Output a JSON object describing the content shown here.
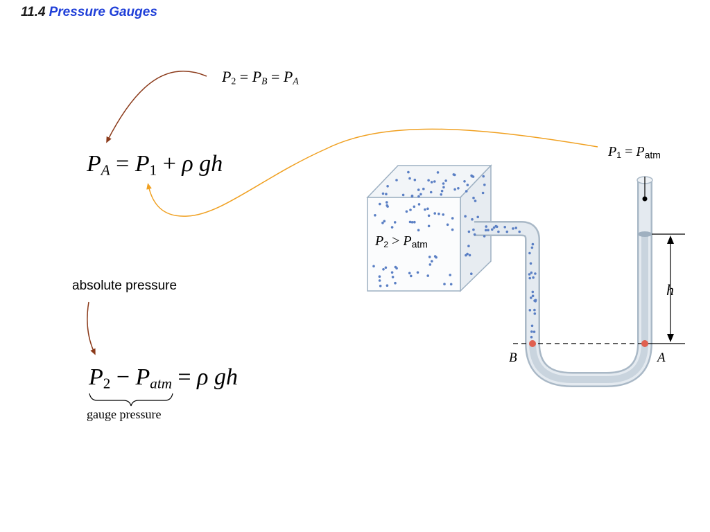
{
  "title": {
    "number": "11.4",
    "text": "Pressure Gauges"
  },
  "equations": {
    "chain": {
      "p": "P",
      "sub2": "2",
      "b": "B",
      "a": "A"
    },
    "pa": {
      "p": "P",
      "a": "A",
      "one": "1",
      "rho": "ρ",
      "gh": "gh"
    },
    "gauge": {
      "p": "P",
      "two": "2",
      "atm": "atm",
      "rho": "ρ",
      "gh": "gh"
    }
  },
  "labels": {
    "absolute": "absolute pressure",
    "gauge": "gauge pressure",
    "p1_eq_patm": {
      "p": "P",
      "one": "1",
      "atm": "atm"
    },
    "p2_gt_patm": {
      "p": "P",
      "two": "2",
      "atm": "atm"
    },
    "h": "h",
    "b": "B",
    "a": "A"
  },
  "colors": {
    "title_accent": "#1f3fd8",
    "curve_brown": "#8b3a1a",
    "curve_orange": "#f0a020",
    "tube": "#b9c6d2",
    "dots": "#5a7fc4",
    "marker": "#e06050"
  }
}
